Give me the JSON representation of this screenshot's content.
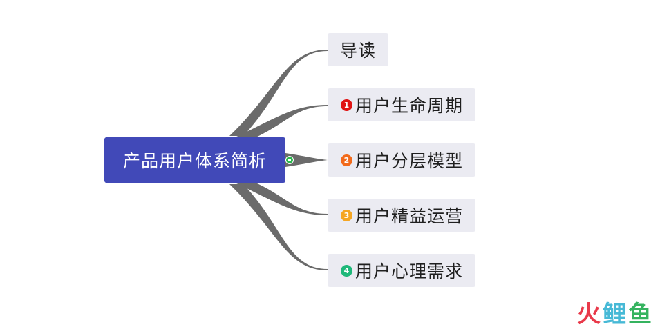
{
  "root": {
    "label": "产品用户体系简析"
  },
  "branches": [
    {
      "label": "导读",
      "badge": null,
      "badge_color": null
    },
    {
      "label": "用户生命周期",
      "badge": "1",
      "badge_color": "#e01414"
    },
    {
      "label": "用户分层模型",
      "badge": "2",
      "badge_color": "#f26a1b"
    },
    {
      "label": "用户精益运营",
      "badge": "3",
      "badge_color": "#f5a623"
    },
    {
      "label": "用户心理需求",
      "badge": "4",
      "badge_color": "#1fb87a"
    }
  ],
  "colors": {
    "root_fill": "#4149b8",
    "node_fill": "#ebebf2",
    "link": "#6b6b6b",
    "collapse_toggle": "#2eb84f"
  },
  "watermark": {
    "part1": "火",
    "part2": "鲤",
    "part3": "鱼"
  }
}
